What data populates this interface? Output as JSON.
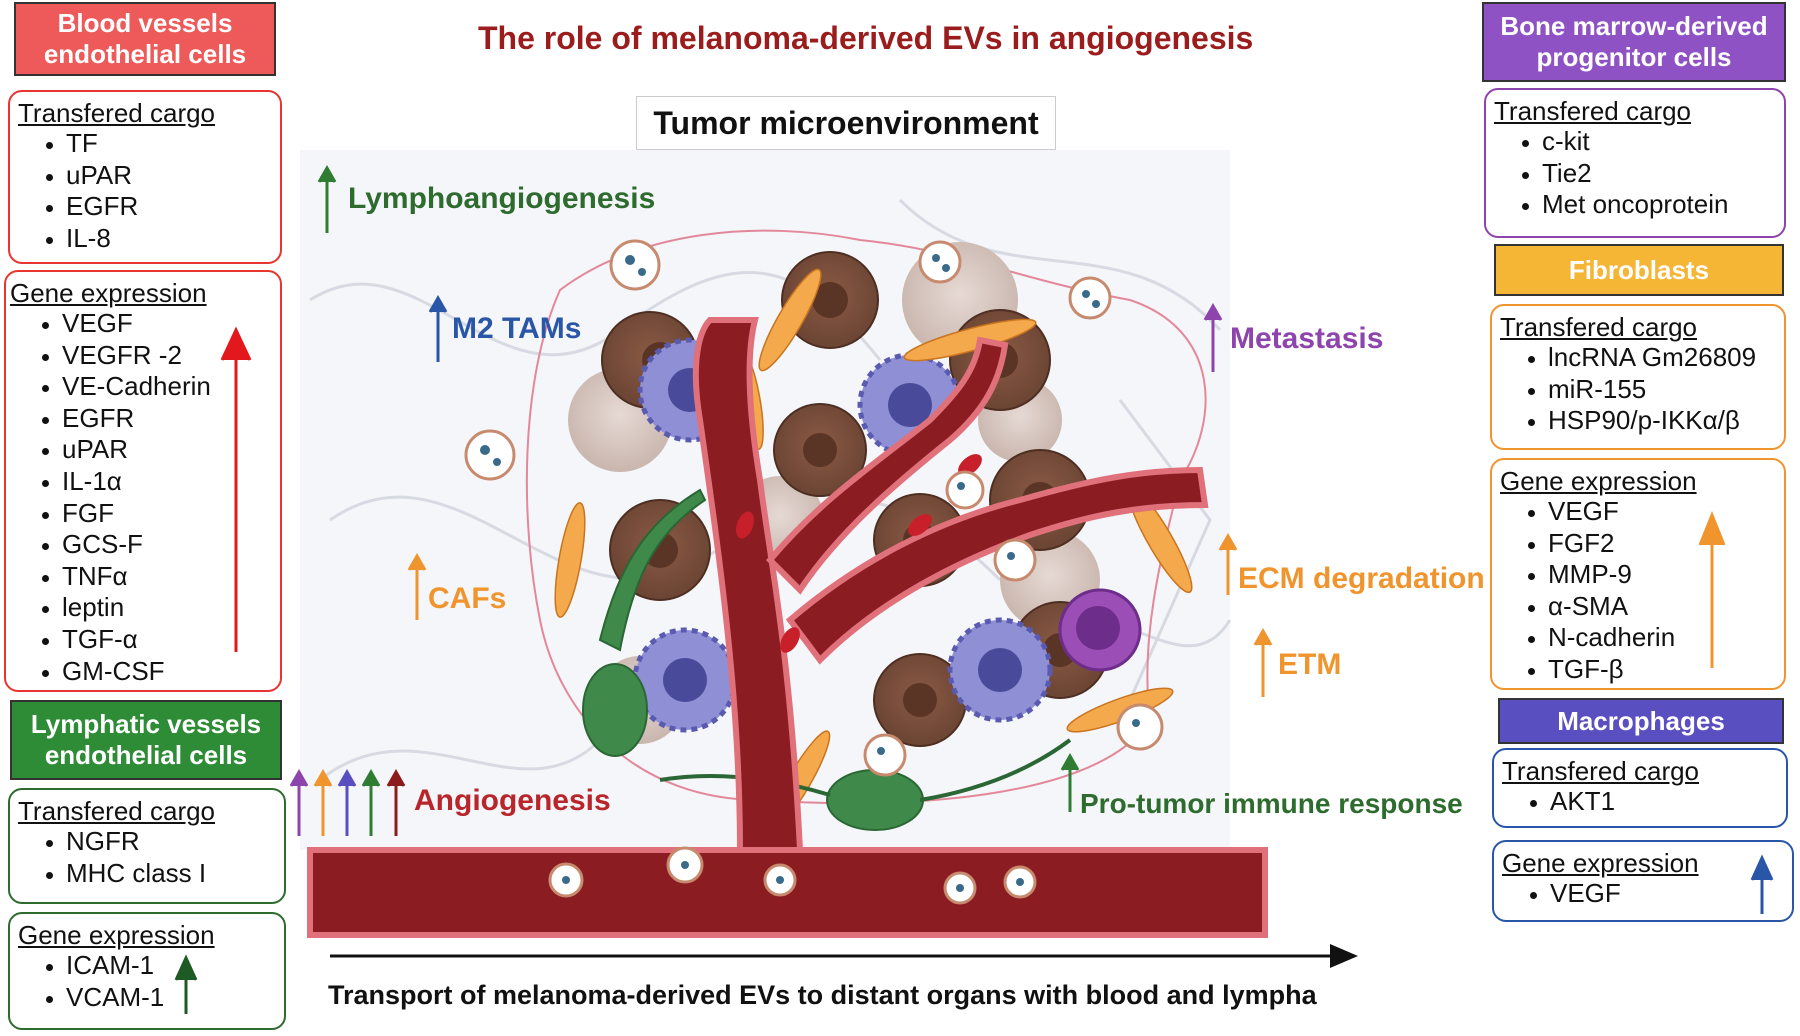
{
  "title": "The role of melanoma-derived EVs in angiogenesis",
  "tumor_label": "Tumor microenvironment",
  "bottom_caption": "Transport of melanoma-derived EVs to distant organs with blood and lympha",
  "colors": {
    "red": "#ee3b3b",
    "dark_red": "#8c1c1c",
    "green": "#2e7d32",
    "dark_green": "#1e5a23",
    "purple": "#8e44ad",
    "orange": "#f0942e",
    "blue_purple": "#5a4fc0",
    "navy": "#2a56a8"
  },
  "left": {
    "blood": {
      "header": [
        "Blood vessels",
        "endothelial cells"
      ],
      "cargo_title": "Transfered cargo",
      "cargo": [
        "TF",
        "uPAR",
        "EGFR",
        "IL-8"
      ],
      "gene_title": "Gene expression",
      "genes": [
        "VEGF",
        "VEGFR -2",
        "VE-Cadherin",
        "EGFR",
        "uPAR",
        "IL-1α",
        "FGF",
        "GCS-F",
        "TNFα",
        "leptin",
        "TGF-α",
        "GM-CSF"
      ]
    },
    "lymph": {
      "header": [
        "Lymphatic vessels",
        "endothelial cells"
      ],
      "cargo_title": "Transfered cargo",
      "cargo": [
        "NGFR",
        "MHC class I"
      ],
      "gene_title": "Gene expression",
      "genes": [
        "ICAM-1",
        "VCAM-1"
      ]
    }
  },
  "right": {
    "bone": {
      "header": [
        "Bone marrow-derived",
        "progenitor cells"
      ],
      "cargo_title": "Transfered cargo",
      "cargo": [
        "c-kit",
        "Tie2",
        "Met oncoprotein"
      ]
    },
    "fibro": {
      "header": "Fibroblasts",
      "cargo_title": "Transfered cargo",
      "cargo": [
        "lncRNA Gm26809",
        "miR-155",
        "HSP90/p-IKKα/β"
      ],
      "gene_title": "Gene expression",
      "genes": [
        "VEGF",
        "FGF2",
        "MMP-9",
        "α-SMA",
        "N-cadherin",
        "TGF-β"
      ]
    },
    "macro": {
      "header": "Macrophages",
      "cargo_title": "Transfered cargo",
      "cargo": [
        "AKT1"
      ],
      "gene_title": "Gene expression",
      "genes": [
        "VEGF"
      ]
    }
  },
  "effects": {
    "lymphoangiogenesis": "Lymphoangiogenesis",
    "m2": "M2 TAMs",
    "metastasis": "Metastasis",
    "cafs": "CAFs",
    "ecm": "ECM degradation",
    "etm": "ETM",
    "angiogenesis": "Angiogenesis",
    "immune": "Pro-tumor immune response"
  }
}
